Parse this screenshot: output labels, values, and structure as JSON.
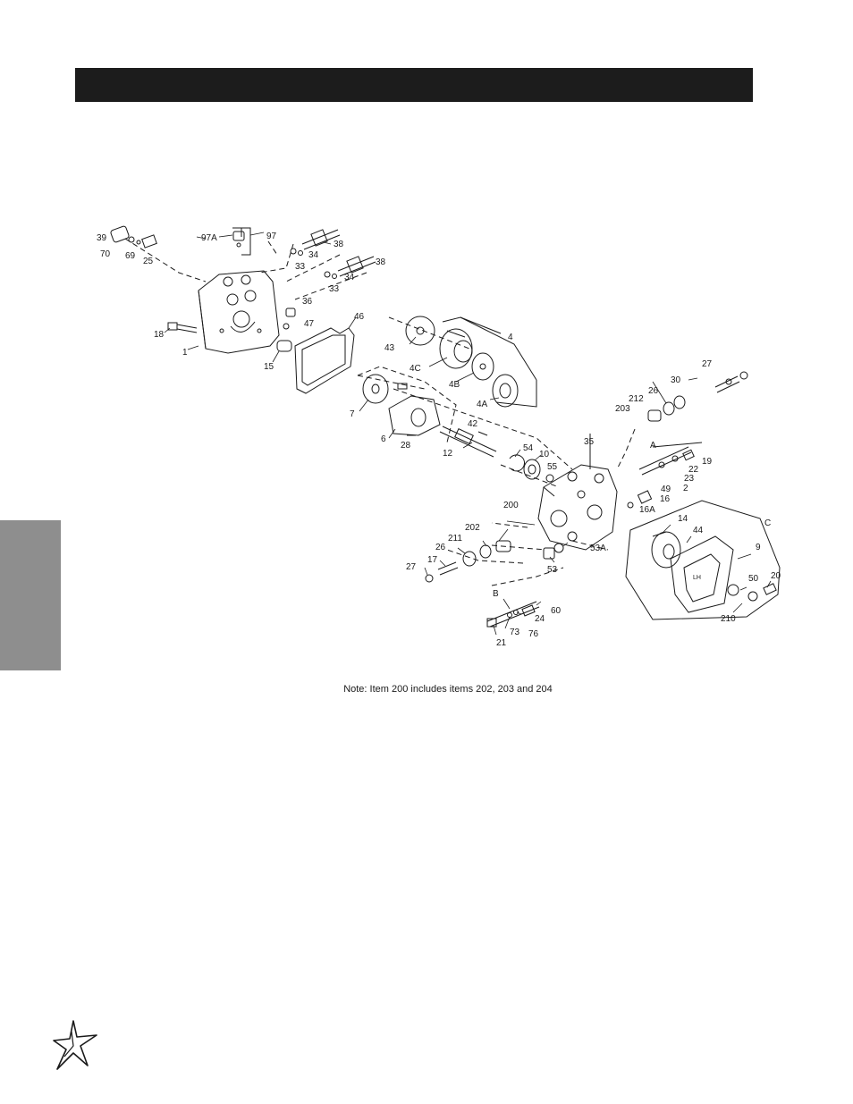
{
  "note": "Note: Item 200 includes items 202, 203 and 204",
  "labels": {
    "l39": "39",
    "l70": "70",
    "l69": "69",
    "l25": "25",
    "l97A": "97A",
    "l97": "97",
    "l38a": "38",
    "l34a": "34",
    "l33a": "33",
    "l38b": "38",
    "l34b": "34",
    "l33b": "33",
    "l36": "36",
    "l47": "47",
    "l18": "18",
    "l1": "1",
    "l15": "15",
    "l46": "46",
    "l43": "43",
    "l4": "4",
    "l4C": "4C",
    "l4B": "4B",
    "l4A": "4A",
    "l7": "7",
    "l6": "6",
    "l28": "28",
    "l42": "42",
    "l12": "12",
    "l54": "54",
    "l10": "10",
    "l55": "55",
    "l35": "35",
    "l27a": "27",
    "l30": "30",
    "l26a": "26",
    "l212": "212",
    "l203": "203",
    "lA": "A",
    "l19": "19",
    "l22": "22",
    "l23": "23",
    "l49": "49",
    "l2": "2",
    "l16": "16",
    "l16A": "16A",
    "l200": "200",
    "l14": "14",
    "l44": "44",
    "lC": "C",
    "l9": "9",
    "l202": "202",
    "l211": "211",
    "l26b": "26",
    "l17": "17",
    "l27b": "27",
    "l53A": "53A",
    "l53": "53",
    "l50": "50",
    "l20": "20",
    "l210": "210",
    "lB": "B",
    "l60": "60",
    "l24": "24",
    "l73": "73",
    "l76": "76",
    "l21": "21",
    "lLH": "LH"
  }
}
